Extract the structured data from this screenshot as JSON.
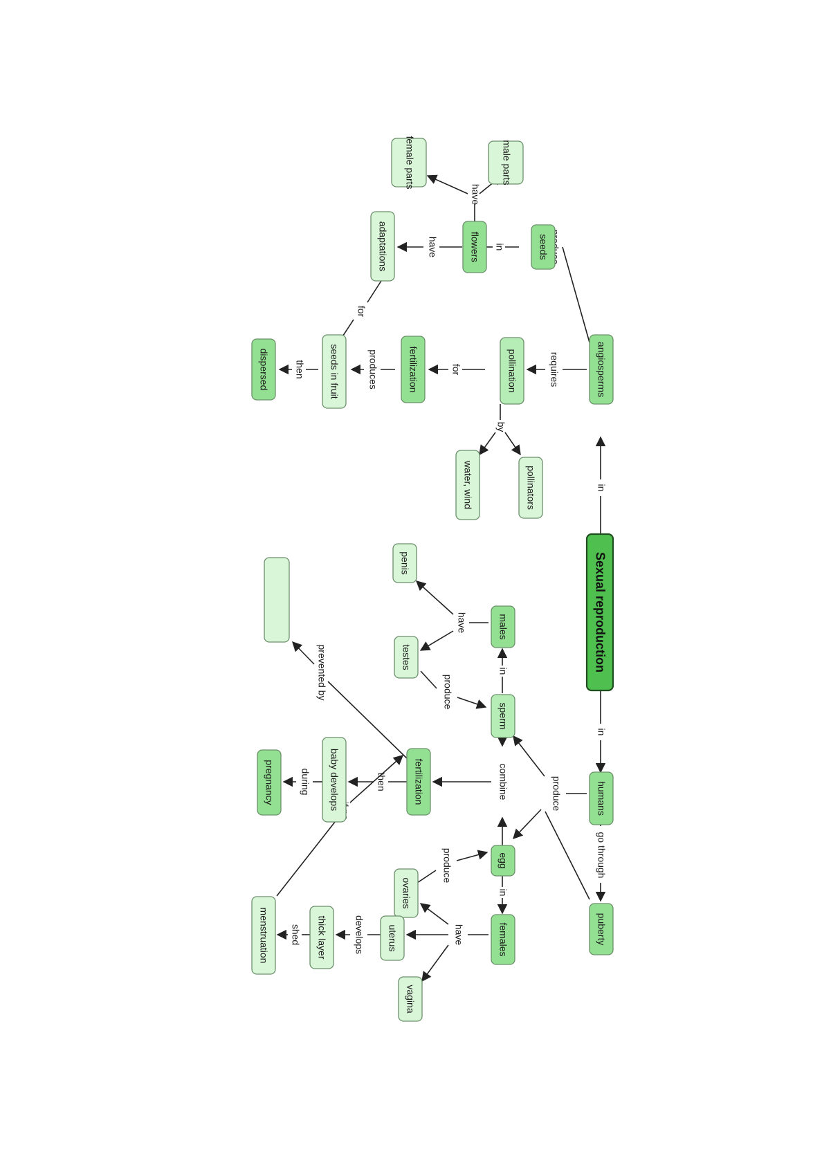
{
  "colors": {
    "root_fill": "#4fbf4f",
    "level1_fill": "#93e093",
    "level2_fill": "#b6ecb6",
    "leaf_fill": "#d9f6d9",
    "stroke": "#6b8f6b",
    "root_stroke": "#1f4f1f",
    "line": "#222222"
  },
  "nodes": {
    "root": "Sexual reproduction",
    "angiosperms": "angiosperms",
    "humans": "humans",
    "pollination": "pollination",
    "pollinators": "pollinators",
    "water_wind": "water, wind",
    "fertilization_plant": "fertilization",
    "seeds_in_fruit": "seeds in fruit",
    "dispersed": "dispersed",
    "seeds": "seeds",
    "flowers": "flowers",
    "male_parts": "male parts",
    "female_parts": "female parts",
    "adaptations": "adaptations",
    "males": "males",
    "penis": "penis",
    "testes": "testes",
    "sperm": "sperm",
    "egg": "egg",
    "fertilization_human": "fertilization",
    "baby_develops": "baby develops",
    "pregnancy": "pregnancy",
    "blank": "",
    "ovaries": "ovaries",
    "females": "females",
    "uterus": "uterus",
    "vagina": "vagina",
    "thick_layer": "thick layer",
    "menstruation": "menstruation",
    "puberty": "puberty"
  },
  "links": {
    "in_angiosperms": "in",
    "in_humans": "in",
    "requires": "requires",
    "produce_seeds": "produce",
    "in_flowers": "in",
    "have_parts": "have",
    "have_adaptations": "have",
    "for_adaptations": "for",
    "by": "by",
    "for_fertilization": "for",
    "produces": "produces",
    "then_dispersed": "then",
    "go_through": "go through",
    "produce_humans": "produce",
    "in_males": "in",
    "have_males": "have",
    "produce_testes": "produce",
    "combine": "combine",
    "in_females": "in",
    "produce_ovaries": "produce",
    "have_females": "have",
    "develops": "develops",
    "shed": "shed",
    "if_no": "if no",
    "then_baby": "then",
    "during": "during",
    "prevented_by": "prevented by"
  }
}
